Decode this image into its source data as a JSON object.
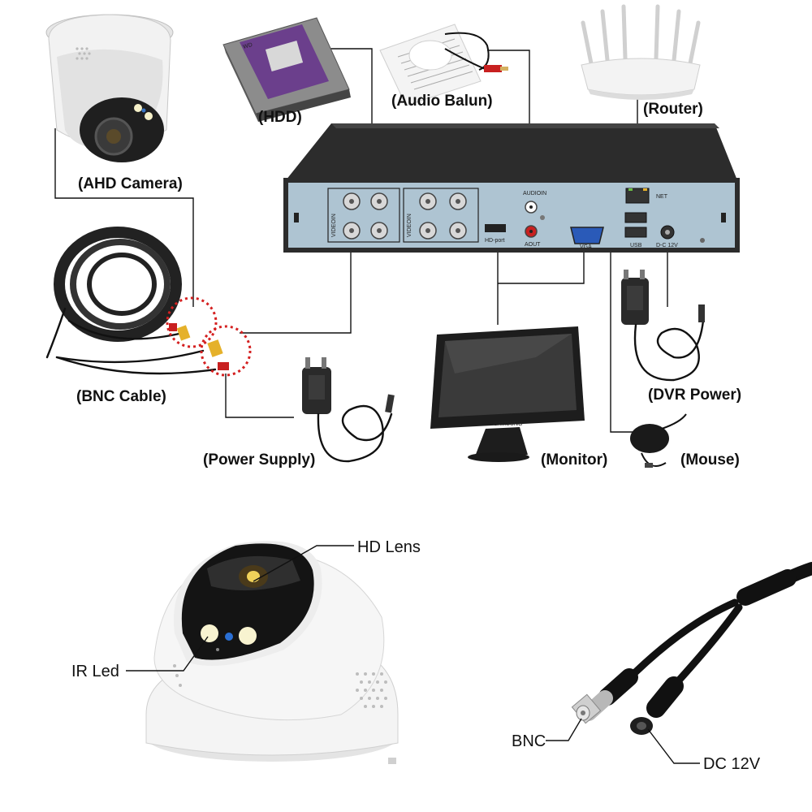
{
  "labels": {
    "ahd_camera": "(AHD Camera)",
    "hdd": "(HDD)",
    "audio_balun": "(Audio Balun)",
    "router": "(Router)",
    "bnc_cable": "(BNC Cable)",
    "power_supply": "(Power Supply)",
    "monitor": "(Monitor)",
    "dvr_power": "(DVR Power)",
    "mouse": "(Mouse)",
    "hd_lens": "HD Lens",
    "ir_led": "IR Led",
    "bnc": "BNC",
    "dc_12v": "DC 12V"
  },
  "dvr_panel": {
    "video_in_left": "VIDEOIN",
    "video_in_right": "VIDEOIN",
    "audio_in": "AUDIOIN",
    "aout": "AOUT",
    "hd_port": "HD-port",
    "vga": "VGA",
    "net": "NET",
    "usb": "USB",
    "dc_12v": "D-C 12V"
  },
  "monitor_brand": "SAMSUNG",
  "colors": {
    "dvr_body": "#2c2c2c",
    "dvr_panel": "#aec4d2",
    "callout_circle": "#d42020"
  }
}
